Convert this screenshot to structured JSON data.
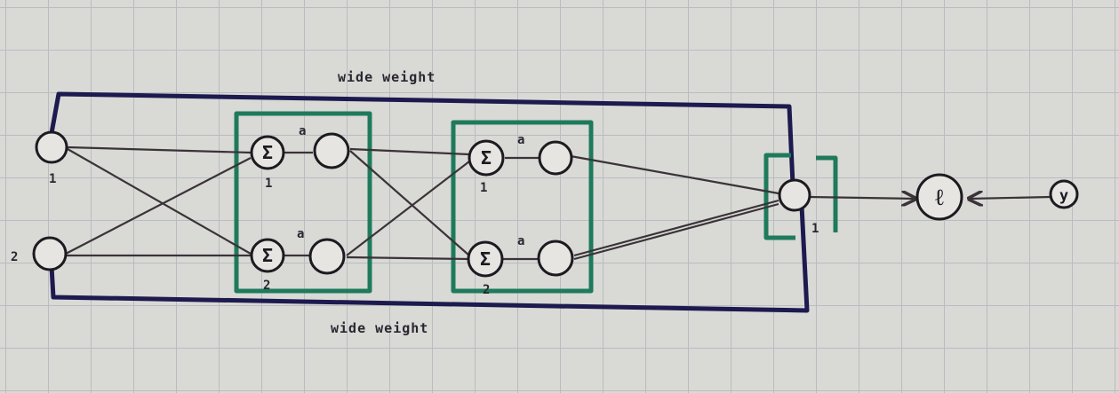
{
  "labels": {
    "wide_top": "wide weight",
    "wide_bottom": "wide weight",
    "input_1": "1",
    "input_2": "2",
    "layer1_unit1": "1",
    "layer1_unit2": "2",
    "layer2_unit1": "1",
    "layer2_unit2": "2",
    "output_1": "1",
    "activation": "a",
    "sum_symbol": "Σ",
    "loss_symbol": "ℓ",
    "target_symbol": "y"
  },
  "colors": {
    "wide_path": "#1d1a4f",
    "layer_box": "#1f7a5c",
    "wire": "#3a3338"
  }
}
